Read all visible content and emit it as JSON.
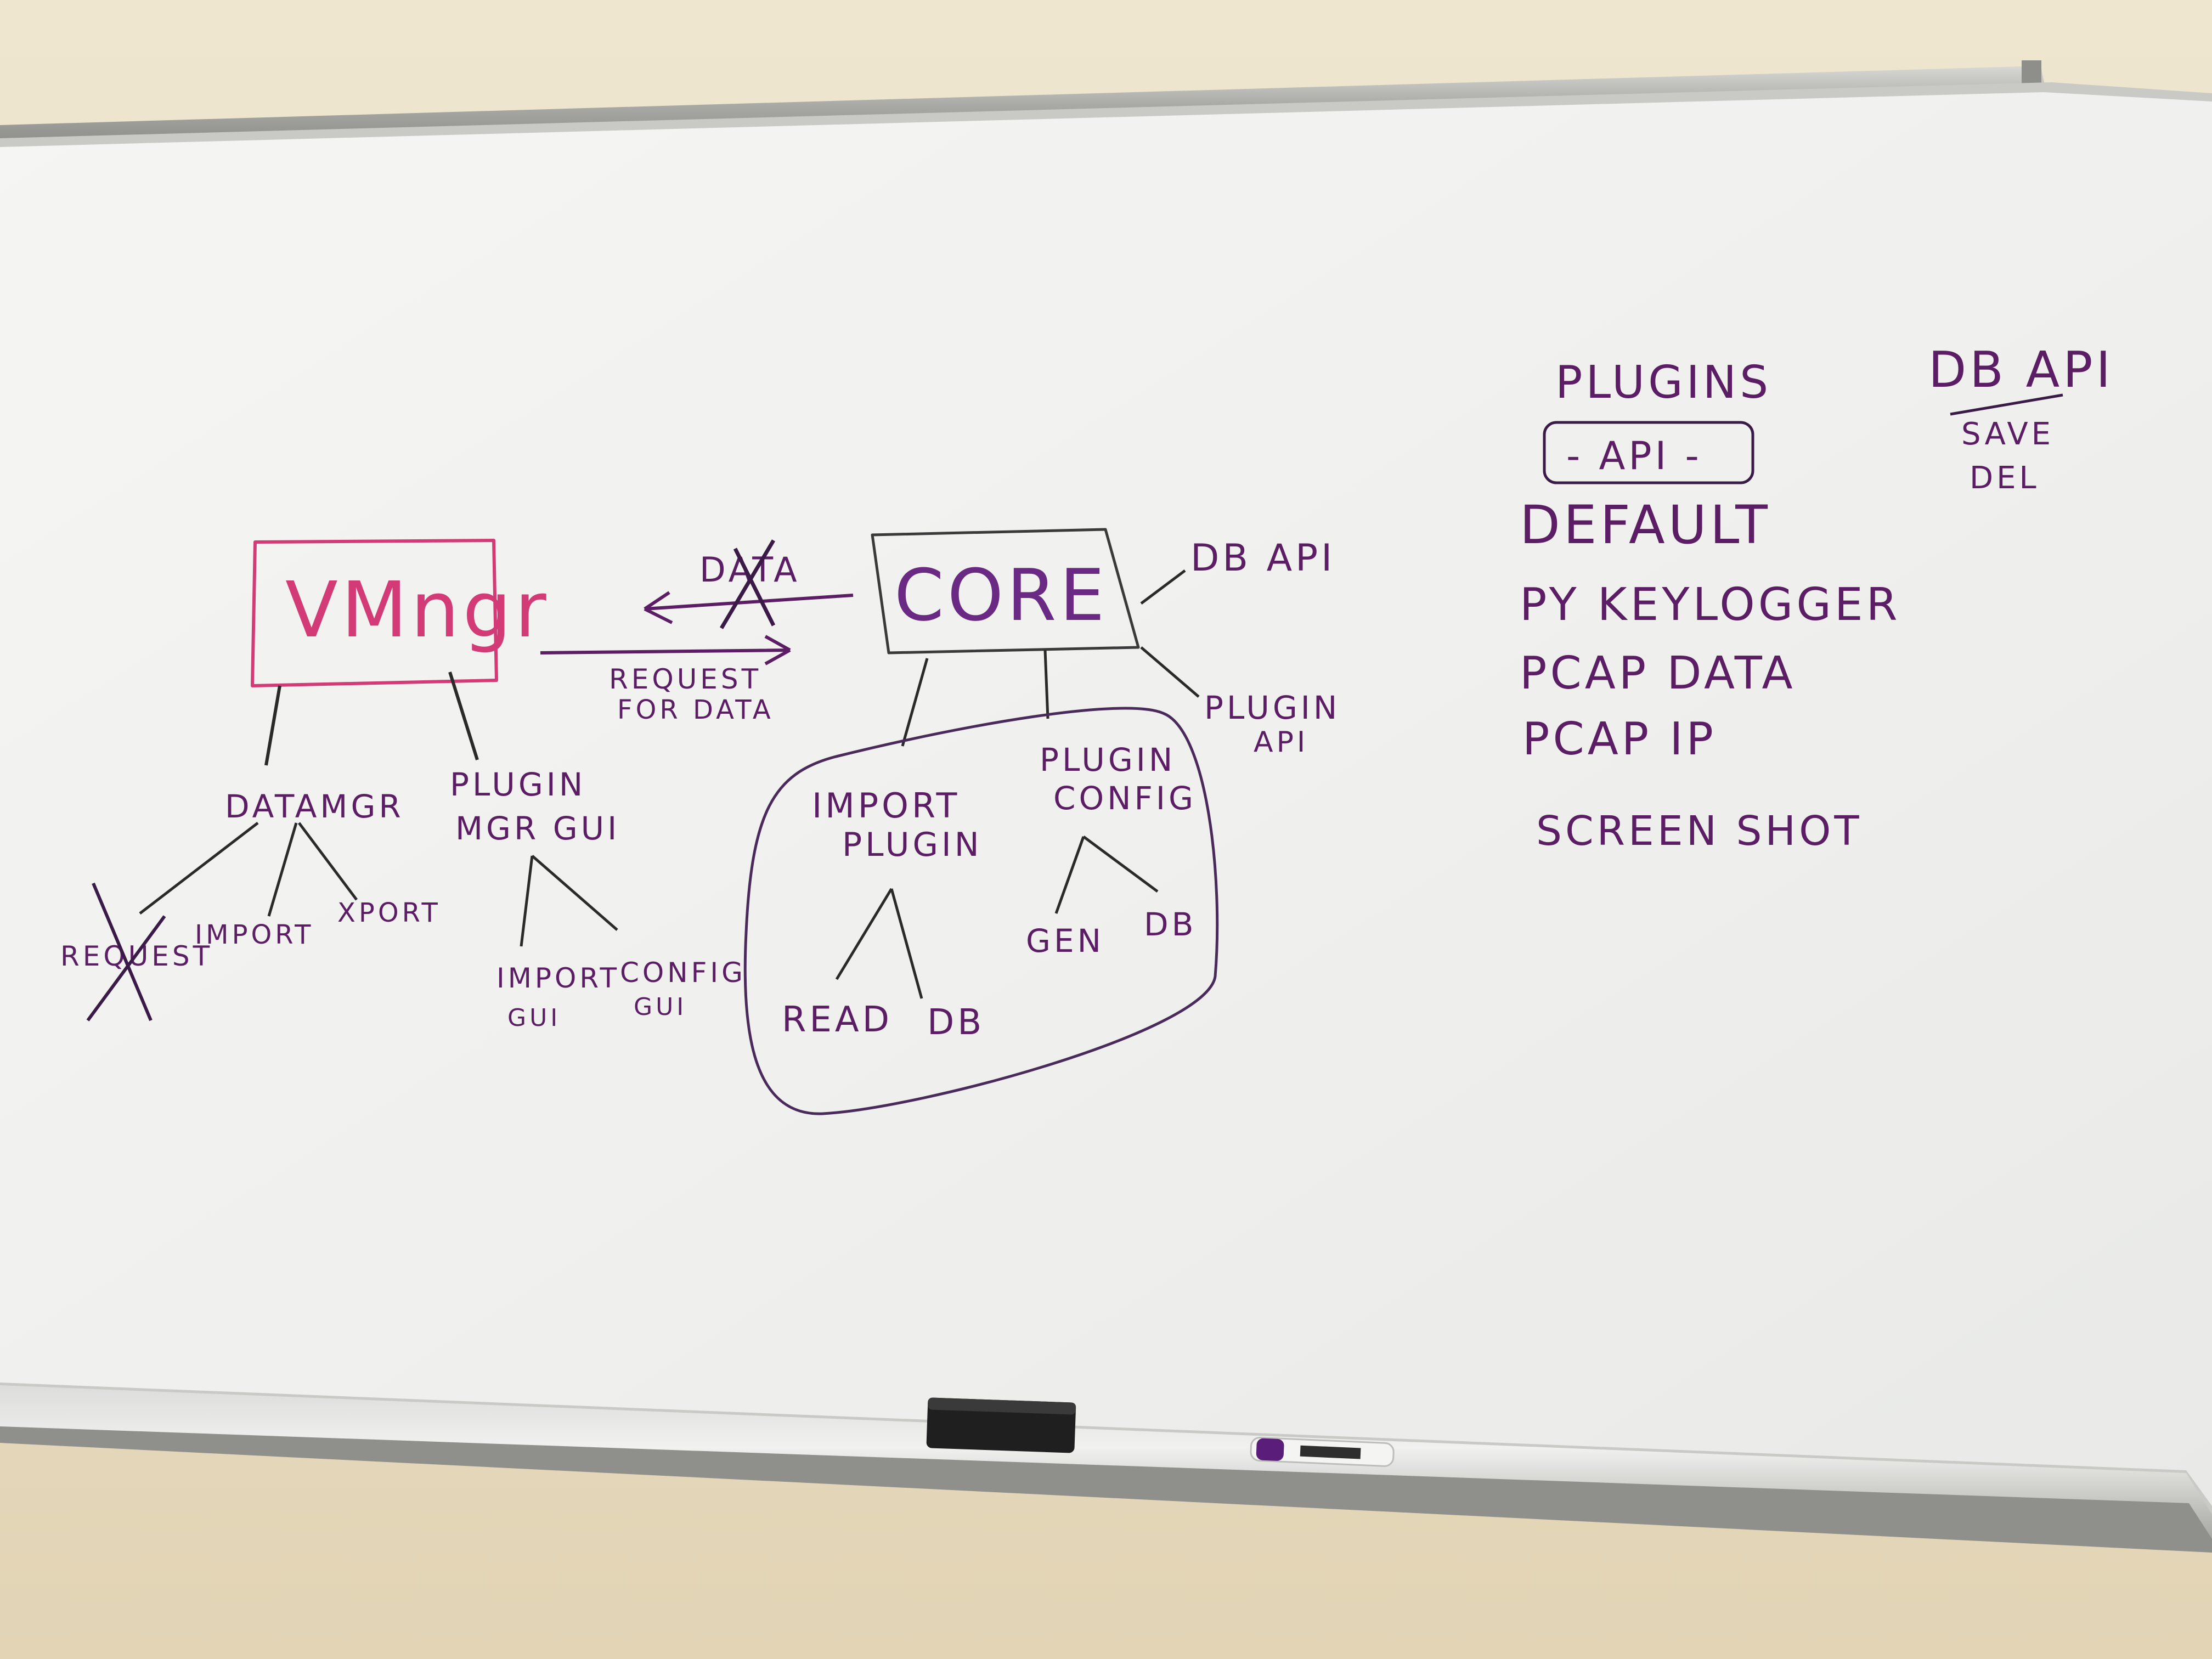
{
  "colors": {
    "wall": "#e9dec6",
    "board": "#f3f3f1",
    "ink_purple": "#5b1d63",
    "ink_violet": "#6a2a84",
    "ink_pink": "#d33b76",
    "frame": "#b8b8b4"
  },
  "diagram": {
    "vm_manager": "VMngr",
    "core": "CORE",
    "data_arrow_label": "DATA",
    "request_label_line1": "REQUEST",
    "request_label_line2": "FOR DATA",
    "datamgr": "DATAMGR",
    "request": "REQUEST",
    "import": "IMPORT",
    "xport": "XPORT",
    "plugin_mgr_line1": "PLUGIN",
    "plugin_mgr_line2": "MGR GUI",
    "import_gui_line1": "IMPORT",
    "import_gui_line2": "GUI",
    "config_gui_line1": "CONFIG",
    "config_gui_line2": "GUI",
    "db_api": "DB API",
    "plugin_api_line1": "PLUGIN",
    "plugin_api_line2": "API",
    "import_plugin_line1": "IMPORT",
    "import_plugin_line2": "PLUGIN",
    "plugin_config_line1": "PLUGIN",
    "plugin_config_line2": "CONFIG",
    "read": "READ",
    "db_left": "DB",
    "gen": "GEN",
    "db_right": "DB"
  },
  "plugins_list": {
    "heading": "PLUGINS",
    "api_box": "- API -",
    "items": [
      "DEFAULT",
      "PY KEYLOGGER",
      "PCAP DATA",
      "PCAP IP",
      "SCREEN SHOT"
    ]
  },
  "db_api_list": {
    "heading": "DB API",
    "items": [
      "SAVE",
      "DEL"
    ]
  }
}
